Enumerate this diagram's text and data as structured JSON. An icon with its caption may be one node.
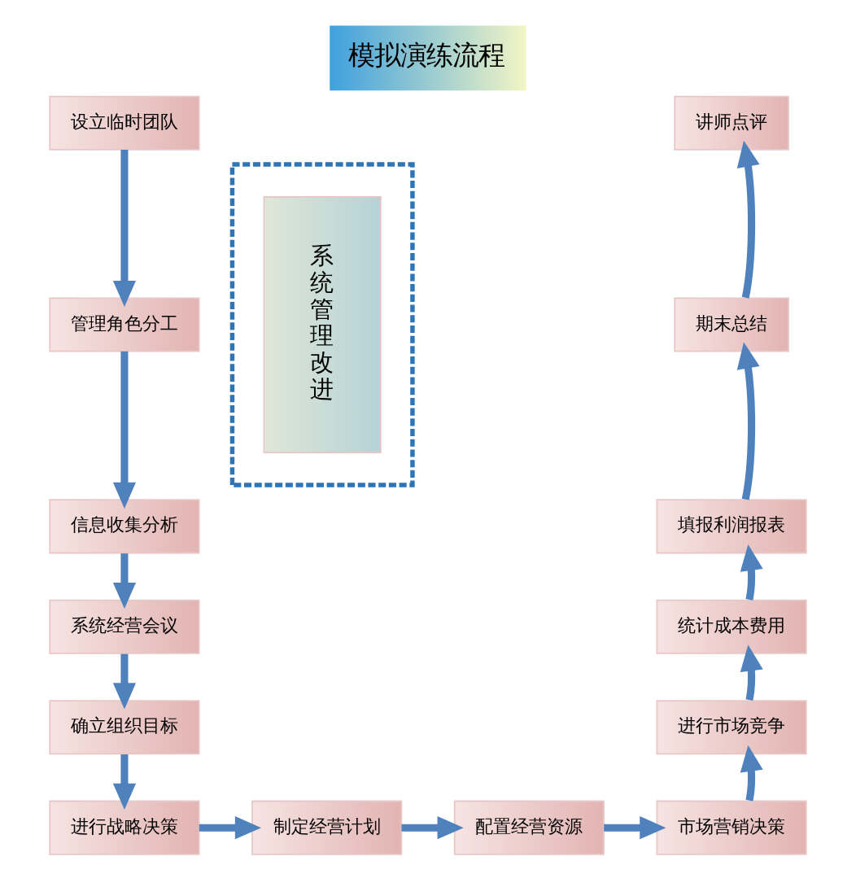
{
  "diagram": {
    "title": "模拟演练流程",
    "nodes": [
      {
        "text": [
          "设立临时团队"
        ]
      },
      {
        "text": [
          "管理角色分工"
        ]
      },
      {
        "text": [
          "信息收集分析"
        ]
      },
      {
        "text": [
          "系统经营会议"
        ]
      },
      {
        "text": [
          "确立组织目标"
        ]
      },
      {
        "text": [
          "进行战略决策"
        ]
      },
      {
        "text": [
          "制定经营计划"
        ]
      },
      {
        "text": [
          "配置经营资源"
        ]
      },
      {
        "text": [
          "市场营销决策"
        ]
      },
      {
        "text": [
          "进行市场竞争"
        ]
      },
      {
        "text": [
          "统计成本费用"
        ]
      },
      {
        "text": [
          "填报利润报表"
        ]
      },
      {
        "text": [
          "期末总结"
        ]
      },
      {
        "text": [
          "讲师点评"
        ]
      },
      {
        "text": [],
        "shape": "box"
      },
      {
        "text": [
          "系统管理改进"
        ],
        "in": 14
      }
    ],
    "edges": [
      {
        "from": 0,
        "to": 1,
        "arrow": "to"
      },
      {
        "from": 1,
        "to": 2,
        "arrow": "to"
      },
      {
        "from": 2,
        "to": 3,
        "arrow": "to"
      },
      {
        "from": 3,
        "to": 4,
        "arrow": "to"
      },
      {
        "from": 4,
        "to": 5,
        "arrow": "to"
      },
      {
        "from": 5,
        "to": 6,
        "arrow": "to"
      },
      {
        "from": 6,
        "to": 7,
        "arrow": "to"
      },
      {
        "from": 7,
        "to": 8,
        "arrow": "to"
      },
      {
        "from": 8,
        "to": 9,
        "arrow": "to"
      },
      {
        "from": 9,
        "to": 10,
        "arrow": "to"
      },
      {
        "from": 10,
        "to": 11,
        "arrow": "to"
      },
      {
        "from": 11,
        "to": 12,
        "arrow": "to"
      },
      {
        "from": 12,
        "to": 13,
        "arrow": "to"
      }
    ]
  }
}
